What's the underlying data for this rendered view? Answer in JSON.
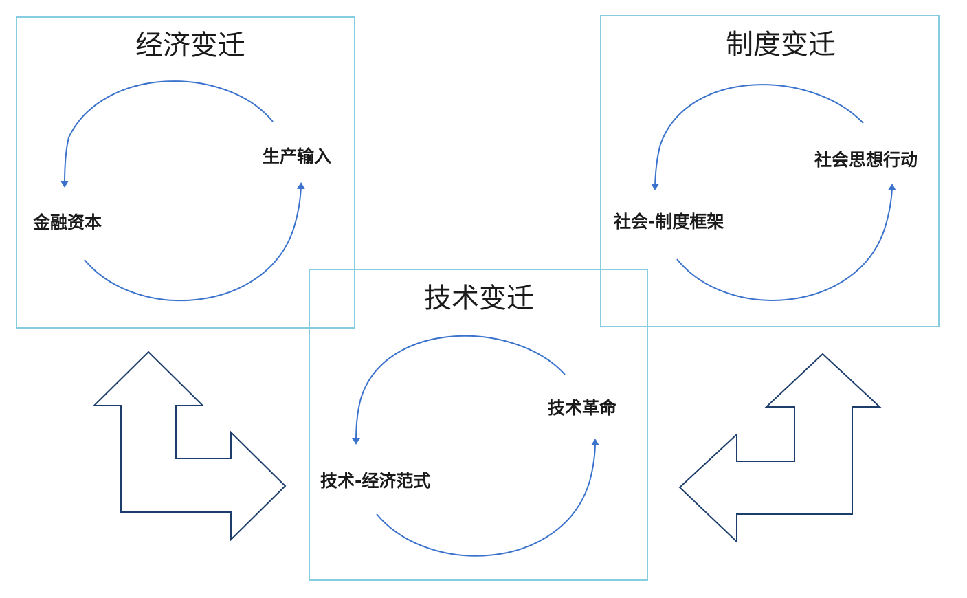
{
  "diagram": {
    "economic": {
      "title": "经济变迁",
      "labels": [
        "生产输入",
        "金融资本"
      ]
    },
    "technical": {
      "title": "技术变迁",
      "labels": [
        "技术革命",
        "技术-经济范式"
      ]
    },
    "institutional": {
      "title": "制度变迁",
      "labels": [
        "社会思想行动",
        "社会-制度框架"
      ]
    }
  },
  "colors": {
    "frame": "#86cde2",
    "cycle_arc": "#3a72cc",
    "big_arrow_outline": "#1d3d6b",
    "text": "#1a1a1a"
  }
}
